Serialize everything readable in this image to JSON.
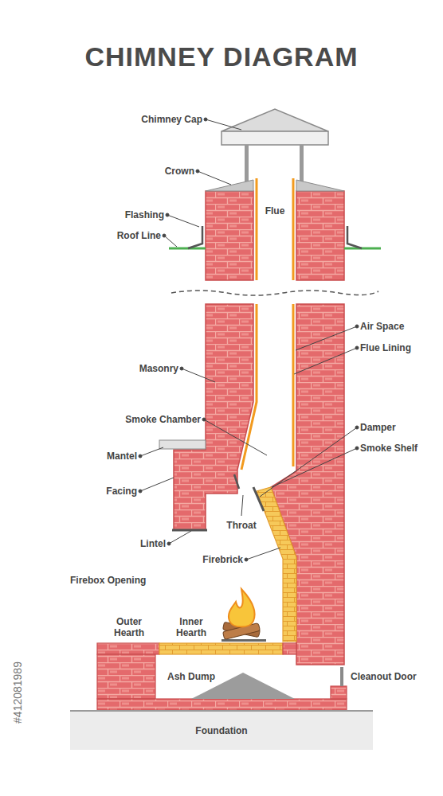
{
  "diagram": {
    "title": "CHIMNEY DIAGRAM",
    "nodes": [
      {
        "text": [
          "Foundation"
        ]
      }
    ],
    "labels": [
      "Chimney Cap",
      "Crown",
      "Flashing",
      "Roof Line",
      "Flue",
      "Air Space",
      "Flue Lining",
      "Masonry",
      "Smoke Chamber",
      "Damper",
      "Smoke Shelf",
      "Mantel",
      "Facing",
      "Throat",
      "Lintel",
      "Firebrick",
      "Firebox Opening",
      "Outer Hearth",
      "Inner Hearth",
      "Ash Dump",
      "Cleanout Door",
      "#412081989"
    ]
  }
}
